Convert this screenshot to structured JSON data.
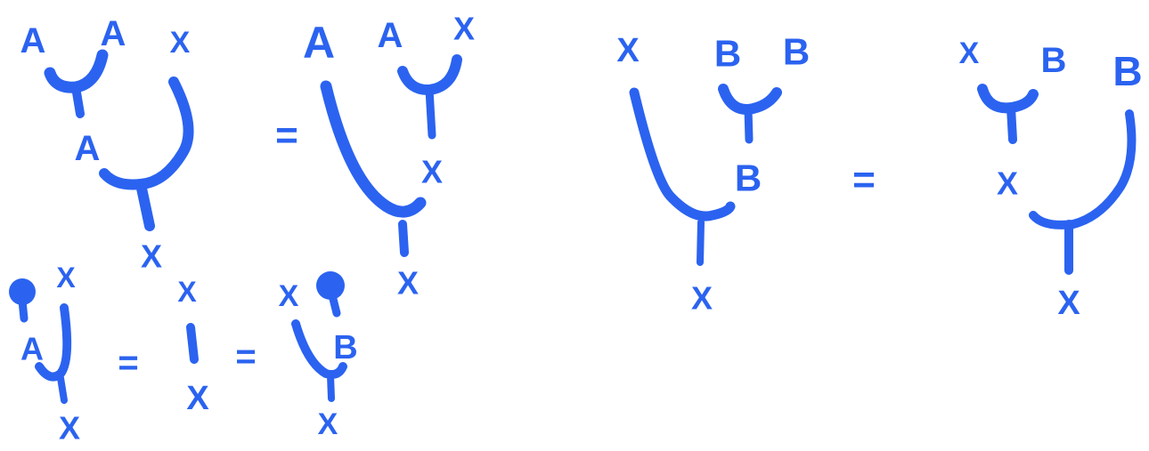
{
  "colors": {
    "ink": "#2b63f0",
    "background": "#ffffff"
  },
  "labels": {
    "A": "A",
    "B": "B",
    "X": "X",
    "eq": "="
  },
  "equations": [
    {
      "name": "module-associativity-A",
      "lhs": [
        "A",
        "A",
        "X"
      ],
      "rhs": [
        "A",
        "A",
        "X"
      ]
    },
    {
      "name": "comodule-coassociativity-B",
      "lhs": [
        "X",
        "B",
        "B"
      ],
      "rhs": [
        "X",
        "B",
        "B"
      ]
    },
    {
      "name": "unit-laws",
      "terms": [
        "A-unit",
        "identity",
        "B-unit"
      ]
    }
  ]
}
